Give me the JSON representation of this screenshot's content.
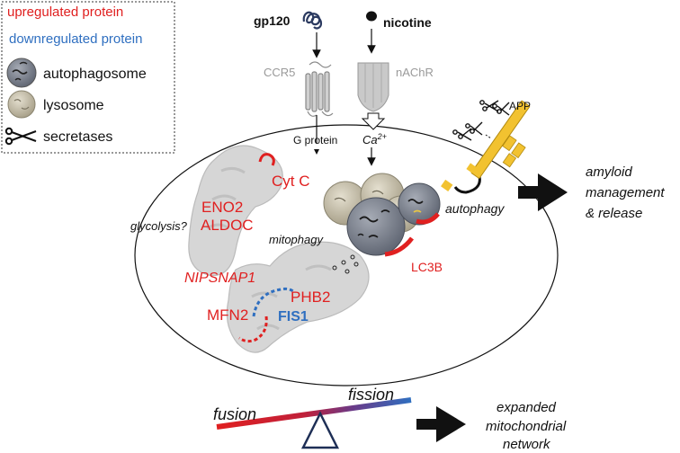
{
  "legend": {
    "upregulated": "upregulated protein",
    "downregulated": "downregulated protein",
    "autophagosome": "autophagosome",
    "lysosome": "lysosome",
    "secretases": "secretases"
  },
  "inputs": {
    "gp120": "gp120",
    "nicotine": "nicotine"
  },
  "receptors": {
    "ccr5": "CCR5",
    "nachr": "nAChR",
    "g_protein": "G protein",
    "ca_base": "Ca",
    "ca_sup": "2+"
  },
  "mito_labels": {
    "cytc": "Cyt C",
    "eno2": "ENO2",
    "aldoc": "ALDOC",
    "glycolysis": "glycolysis?",
    "nipsnap1": "NIPSNAP1",
    "mfn2": "MFN2",
    "phb2": "PHB2",
    "fis1": "FIS1"
  },
  "process_labels": {
    "mitophagy": "mitophagy",
    "lc3b": "LC3B",
    "autophagy": "autophagy",
    "app": "APP"
  },
  "outcomes": {
    "amyloid_line1": "amyloid",
    "amyloid_line2": "management",
    "amyloid_line3": "& release",
    "network_line1": "expanded",
    "network_line2": "mitochondrial",
    "network_line3": "network"
  },
  "balance": {
    "fusion": "fusion",
    "fission": "fission"
  },
  "colors": {
    "upregulated": "#e02020",
    "downregulated": "#2f6fc0",
    "mitochondria": "#d4d4d4",
    "autophagosome": "#7f8593",
    "lysosome": "#c9c2ae",
    "app": "#f2c230"
  }
}
